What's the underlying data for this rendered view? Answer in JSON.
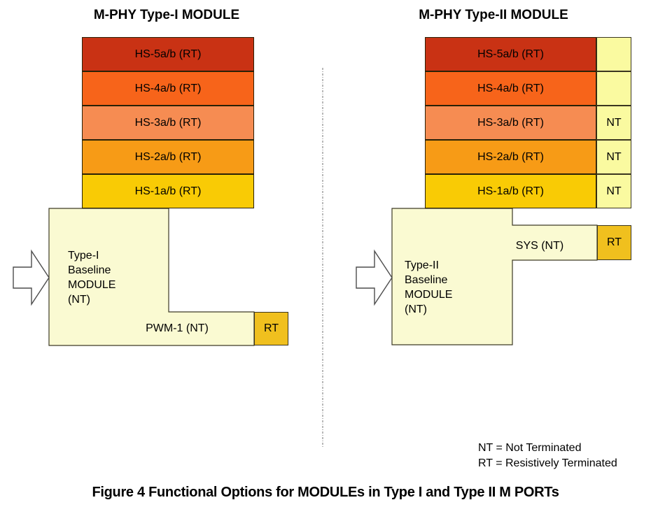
{
  "titles": {
    "left": "M-PHY Type-I MODULE",
    "right": "M-PHY Type-II MODULE"
  },
  "left_module": {
    "bars": [
      {
        "label": "HS-5a/b (RT)",
        "color": "#C93214"
      },
      {
        "label": "HS-4a/b (RT)",
        "color": "#F7641A"
      },
      {
        "label": "HS-3a/b (RT)",
        "color": "#F68C52"
      },
      {
        "label": "HS-2a/b (RT)",
        "color": "#F79B16"
      },
      {
        "label": "HS-1a/b (RT)",
        "color": "#F9CB05"
      }
    ],
    "baseline_label": "Type-I\nBaseline\nMODULE\n(NT)",
    "pwm_label": "PWM-1 (NT)",
    "rt_label": "RT"
  },
  "right_module": {
    "bars": [
      {
        "label": "HS-5a/b (RT)",
        "color": "#C93214"
      },
      {
        "label": "HS-4a/b (RT)",
        "color": "#F7641A"
      },
      {
        "label": "HS-3a/b (RT)",
        "color": "#F68C52"
      },
      {
        "label": "HS-2a/b (RT)",
        "color": "#F79B16"
      },
      {
        "label": "HS-1a/b (RT)",
        "color": "#F9CB05"
      }
    ],
    "nt_cells": [
      "",
      "",
      "NT",
      "NT",
      "NT"
    ],
    "baseline_label": "Type-II\nBaseline\nMODULE\n(NT)",
    "sys_label": "SYS (NT)",
    "rt_label": "RT"
  },
  "legend": {
    "line1": "NT = Not Terminated",
    "line2": "RT = Resistively Terminated"
  },
  "caption": "Figure 4 Functional Options for MODULEs in Type I and Type II M PORTs",
  "colors": {
    "pale_module": "#FAFAD2",
    "pale_cell": "#FAFAA0",
    "rt_gold": "#F0C01E",
    "shape_outline": "#3D3A26",
    "arrow_outline": "#4D4D4D",
    "dashed_divider": "#8A8A8A"
  }
}
